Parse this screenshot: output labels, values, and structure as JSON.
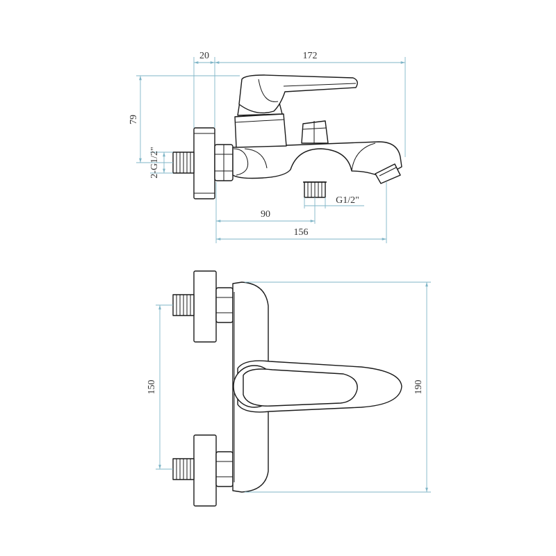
{
  "drawing": {
    "title": "",
    "line_color": "#1a1a1a",
    "dimension_color": "#7fb5c7",
    "side_view": {
      "width_total": "172",
      "flange": "20",
      "height": "79",
      "inlet_thread": "2-G1/2\"",
      "outlet_thread": "G1/2\"",
      "outlet_offset": "90",
      "body_length": "156"
    },
    "top_view": {
      "inlet_spacing": "150",
      "overall_depth": "190"
    }
  }
}
